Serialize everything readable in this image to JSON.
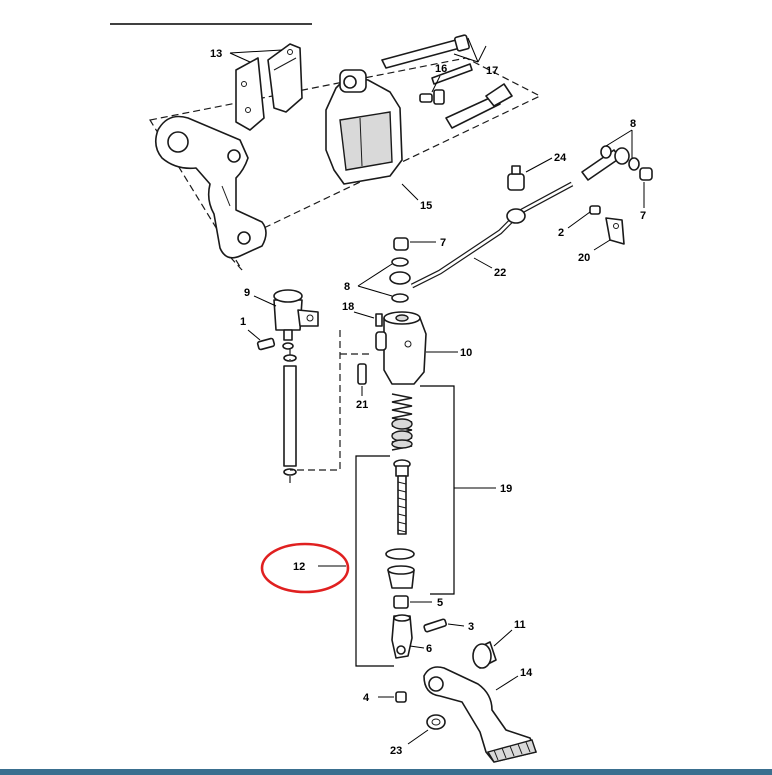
{
  "callouts": {
    "c13": "13",
    "c16": "16",
    "c17": "17",
    "c8a": "8",
    "c24": "24",
    "c7a": "7",
    "c15": "15",
    "c2": "2",
    "c20": "20",
    "c7b": "7",
    "c22": "22",
    "c8b": "8",
    "c9": "9",
    "c18": "18",
    "c1": "1",
    "c10": "10",
    "c21": "21",
    "c19": "19",
    "c12": "12",
    "c5": "5",
    "c3": "3",
    "c11": "11",
    "c6": "6",
    "c14": "14",
    "c4": "4",
    "c23": "23"
  },
  "highlight": {
    "color": "#e02020",
    "target": "12"
  },
  "colors": {
    "bottom_bar": "#3a6f8f"
  }
}
